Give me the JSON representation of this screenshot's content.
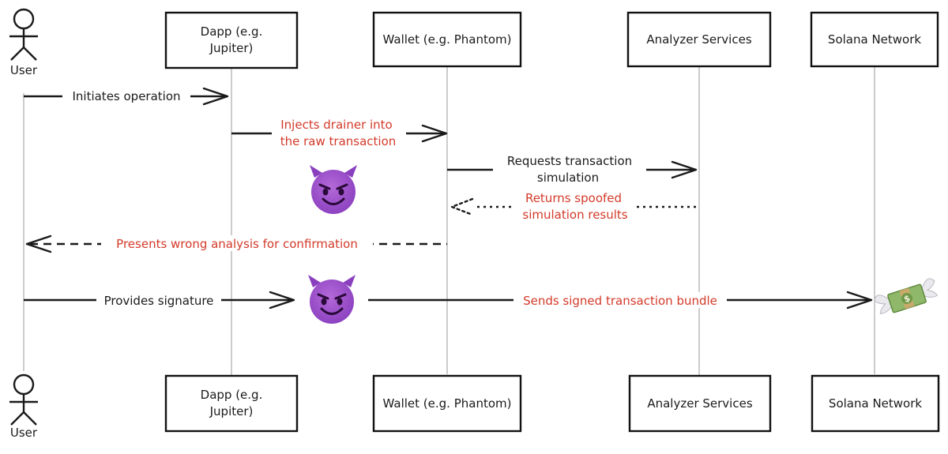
{
  "participants": {
    "user": {
      "label": "User"
    },
    "dapp": {
      "label_line1": "Dapp (e.g.",
      "label_line2": "Jupiter)"
    },
    "wallet": {
      "label": "Wallet (e.g. Phantom)"
    },
    "analyzer": {
      "label": "Analyzer Services"
    },
    "solana": {
      "label": "Solana Network"
    }
  },
  "messages": {
    "initiates": {
      "text": "Initiates operation",
      "color": "#1a1a1a"
    },
    "injects": {
      "line1": "Injects drainer into",
      "line2": "the raw transaction",
      "color": "#d33a2a"
    },
    "requests": {
      "line1": "Requests transaction",
      "line2": "simulation",
      "color": "#1a1a1a"
    },
    "returns": {
      "line1": "Returns spoofed",
      "line2": "simulation results",
      "color": "#d33a2a"
    },
    "presents": {
      "text": "Presents wrong analysis for confirmation",
      "color": "#d33a2a"
    },
    "provides": {
      "text": "Provides signature",
      "color": "#1a1a1a"
    },
    "sends": {
      "text": "Sends signed transaction bundle",
      "color": "#d33a2a"
    }
  },
  "icons": {
    "devil_1": "smiling-devil-icon",
    "devil_2": "smiling-devil-icon",
    "money": "money-with-wings-icon"
  },
  "colors": {
    "accent_red": "#d33a2a",
    "devil_purple": "#9b4fc9"
  }
}
